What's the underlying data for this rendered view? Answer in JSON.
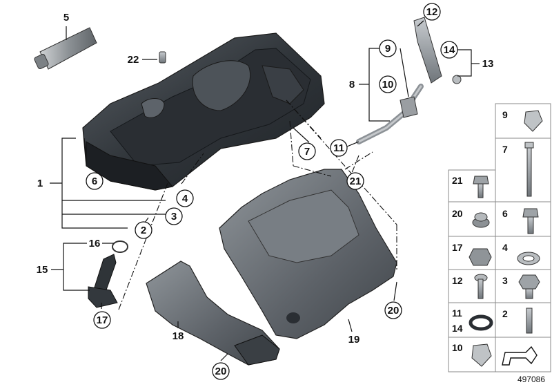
{
  "diagram_number": "497086",
  "callouts": {
    "c1": "1",
    "c2": "2",
    "c3": "3",
    "c4": "4",
    "c5": "5",
    "c6": "6",
    "c7": "7",
    "c8": "8",
    "c9": "9",
    "c10": "10",
    "c11": "11",
    "c12": "12",
    "c13": "13",
    "c14": "14",
    "c15": "15",
    "c16": "16",
    "c17": "17",
    "c18": "18",
    "c19": "19",
    "c20a": "20",
    "c20b": "20",
    "c21": "21",
    "c22": "22"
  },
  "parts_grid": [
    {
      "label": "9"
    },
    {
      "label": "7"
    },
    {
      "label": "21"
    },
    {
      "label": "20"
    },
    {
      "label": "6"
    },
    {
      "label": "17"
    },
    {
      "label": "4"
    },
    {
      "label": "12"
    },
    {
      "label": "3"
    },
    {
      "label": "11"
    },
    {
      "label": "14"
    },
    {
      "label": "2"
    },
    {
      "label": "10"
    }
  ],
  "colors": {
    "part_dark": "#3f444a",
    "part_mid": "#6e747a",
    "part_light": "#a7acb0",
    "outline": "#111111"
  }
}
